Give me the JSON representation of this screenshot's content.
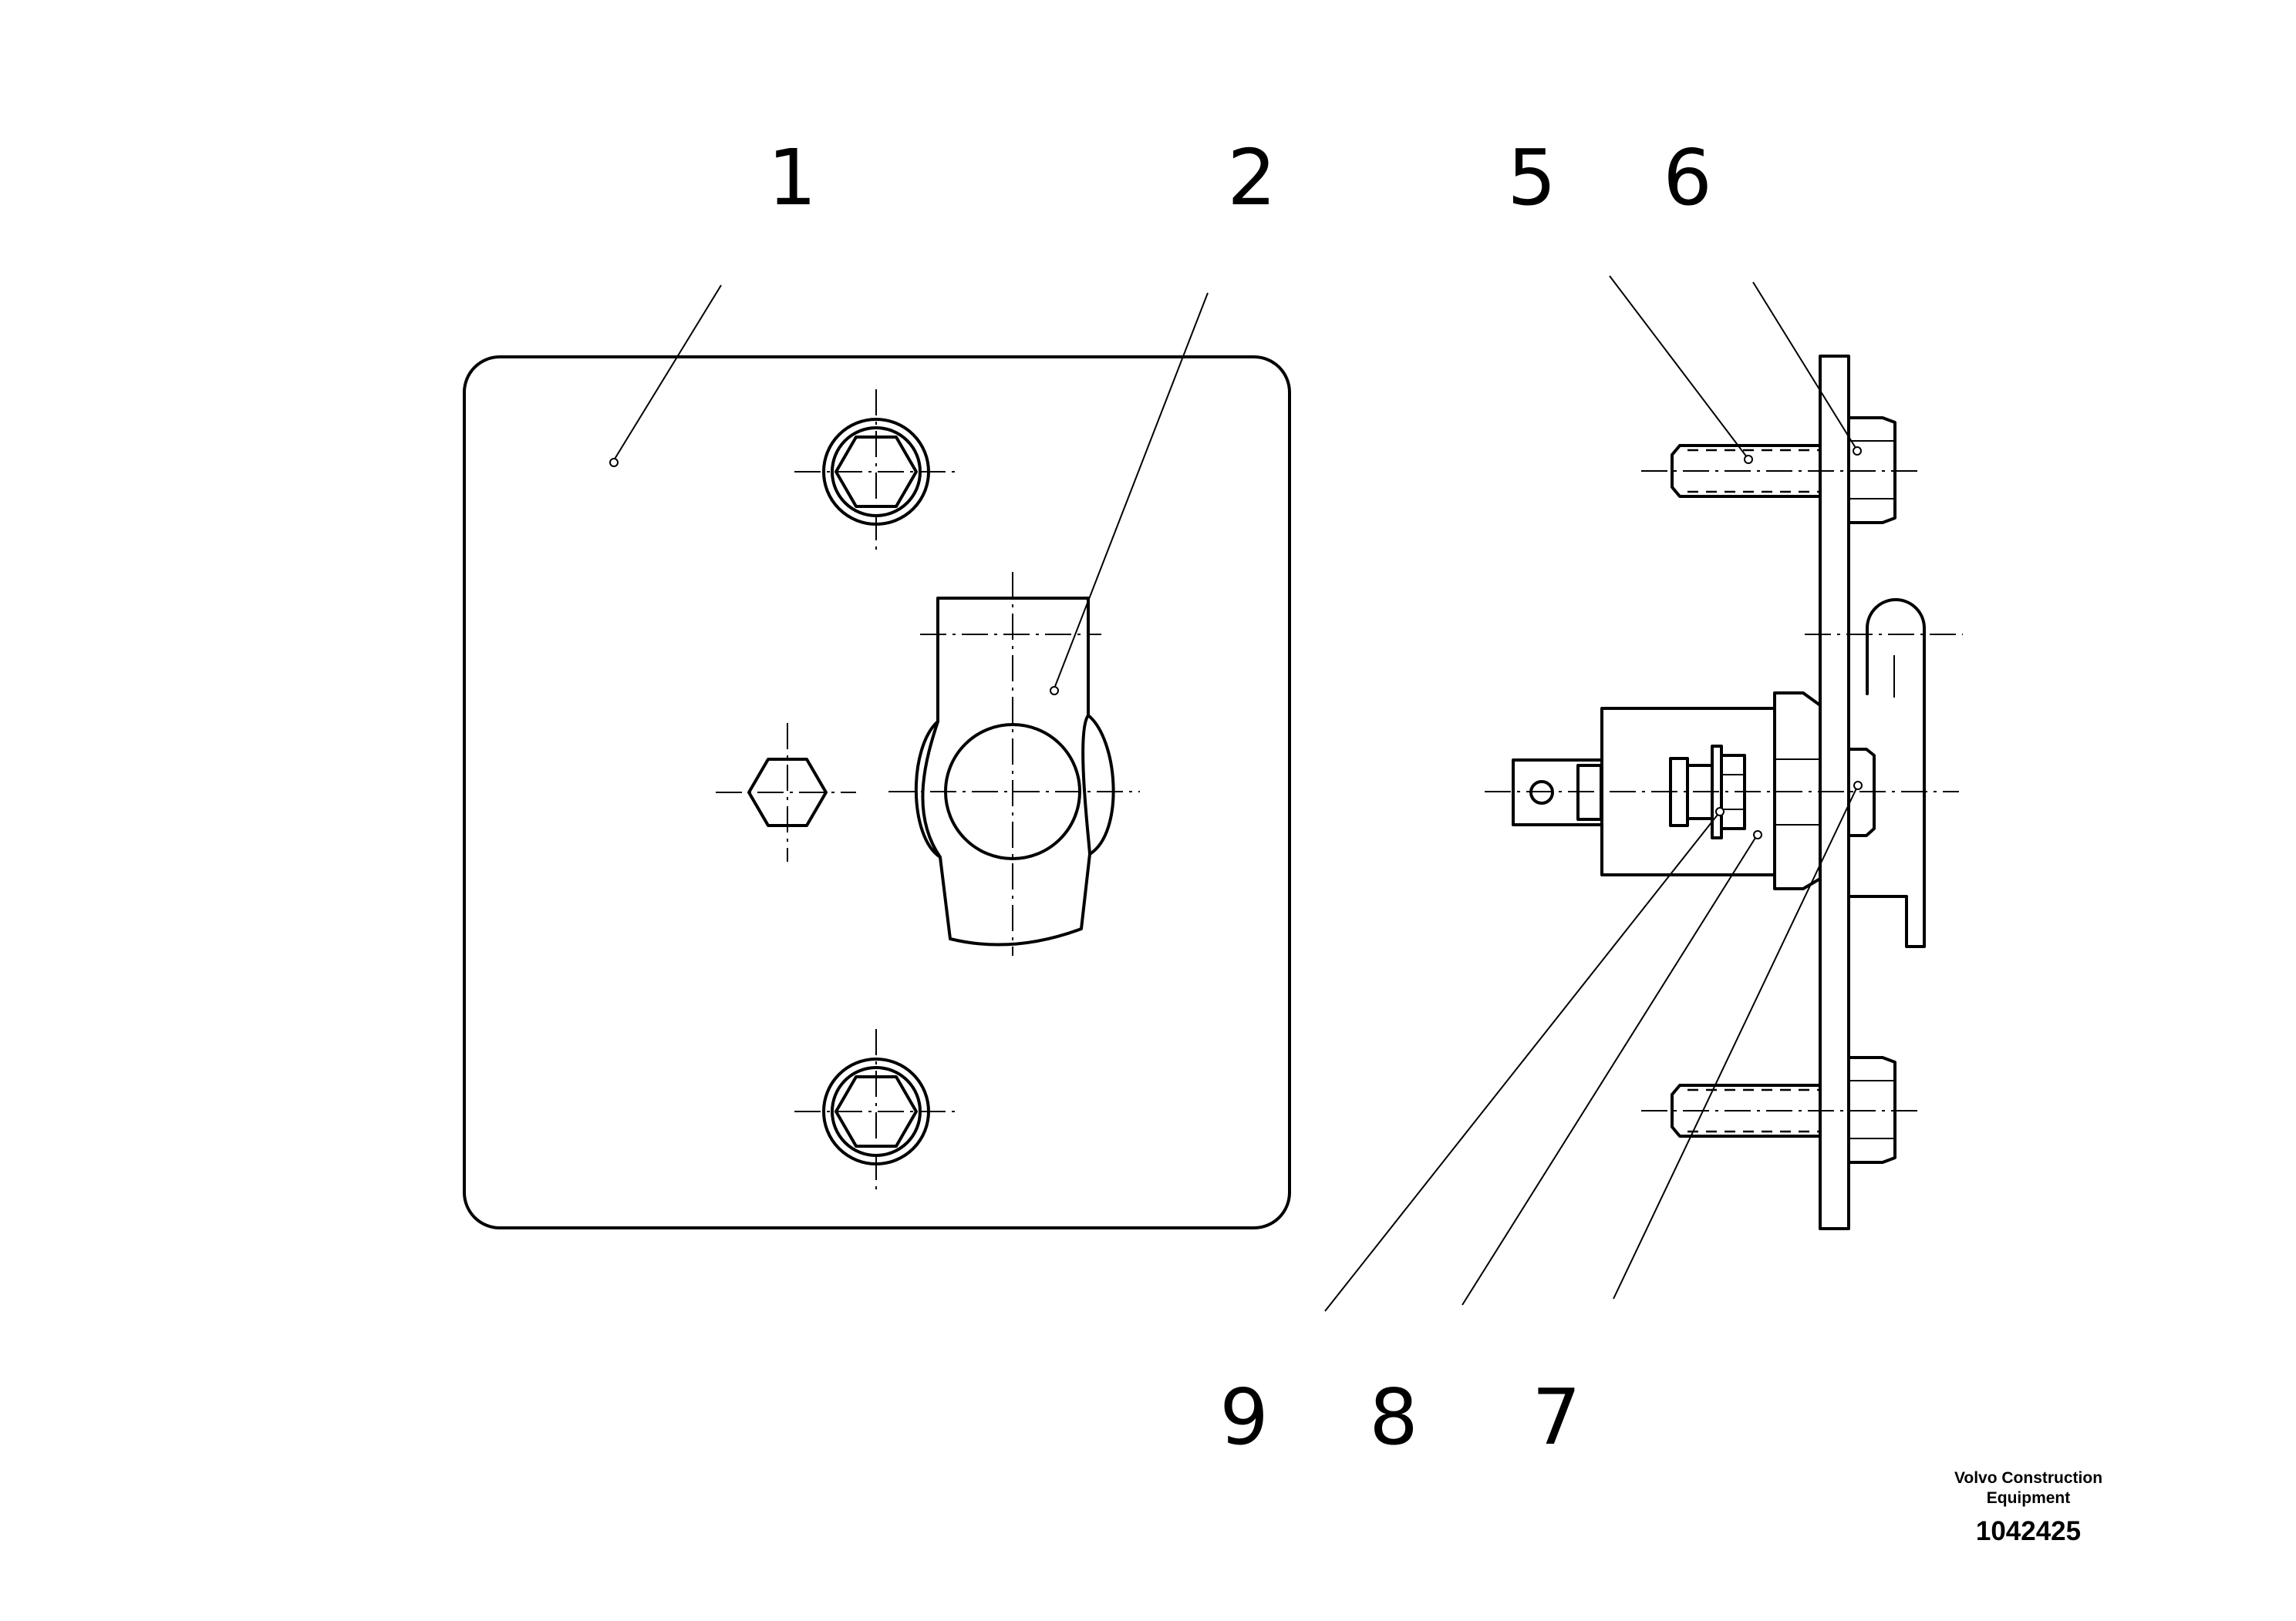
{
  "callouts": {
    "c1": "1",
    "c2": "2",
    "c5": "5",
    "c6": "6",
    "c7": "7",
    "c8": "8",
    "c9": "9"
  },
  "stamp": {
    "company": "Volvo Construction Equipment",
    "drawing_number": "1042425"
  }
}
